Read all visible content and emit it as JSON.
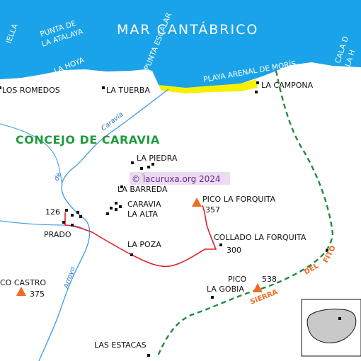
{
  "sea": {
    "title": "MAR CANTÁBRICO",
    "left_edge": "IELLA",
    "punta_atalaya_1": "PUNTA DE",
    "punta_atalaya_2": "LA ATALAYA",
    "hoya": "LA HOYA",
    "punta_escalar": "PUNTA ESCALAR",
    "playa": "PLAYA ARENAL DE MORÍS",
    "cala_1": "CALA D",
    "cala_2": "LA H"
  },
  "region": {
    "name": "CONCEJO DE CARAVIA"
  },
  "places": {
    "los_romedos": "LOS ROMEDOS",
    "la_tuerba": "LA TUERBA",
    "la_campona": "LA CAMPONA",
    "la_piedra": "LA PIEDRA",
    "la_barreda": "LA BARREDA",
    "caravia_la_alta_1": "CARAVIA",
    "caravia_la_alta_2": "LA ALTA",
    "prado": "PRADO",
    "prado_alt": "126",
    "la_poza": "LA POZA",
    "collado": "COLLADO LA FORQUITA",
    "collado_alt": "300",
    "pico_forquita": "PICO LA FORQUITA",
    "pico_forquita_alt": "357",
    "pico_castro": "CO CASTRO",
    "pico_castro_alt": "375",
    "pico_gobia_1": "PICO",
    "pico_gobia_2": "LA GOBIA",
    "pico_gobia_alt": "538",
    "las_estacas": "LAS ESTACAS"
  },
  "rivers": {
    "caravia": "Caravia",
    "de": "de",
    "arroyo": "Arroyo"
  },
  "sierra": {
    "w1": "SIERRA",
    "w2": "DEL",
    "w3": "FITO"
  },
  "watermark": "© lacuruxa.org 2024",
  "colors": {
    "sea": "#1aa3e8",
    "beach": "#f5f000",
    "river": "#4aa0e6",
    "route": "#e0202a",
    "sierra_line": "#1f8a3c",
    "peak": "#ef6b1f",
    "concejo": "#1f9a3c"
  }
}
